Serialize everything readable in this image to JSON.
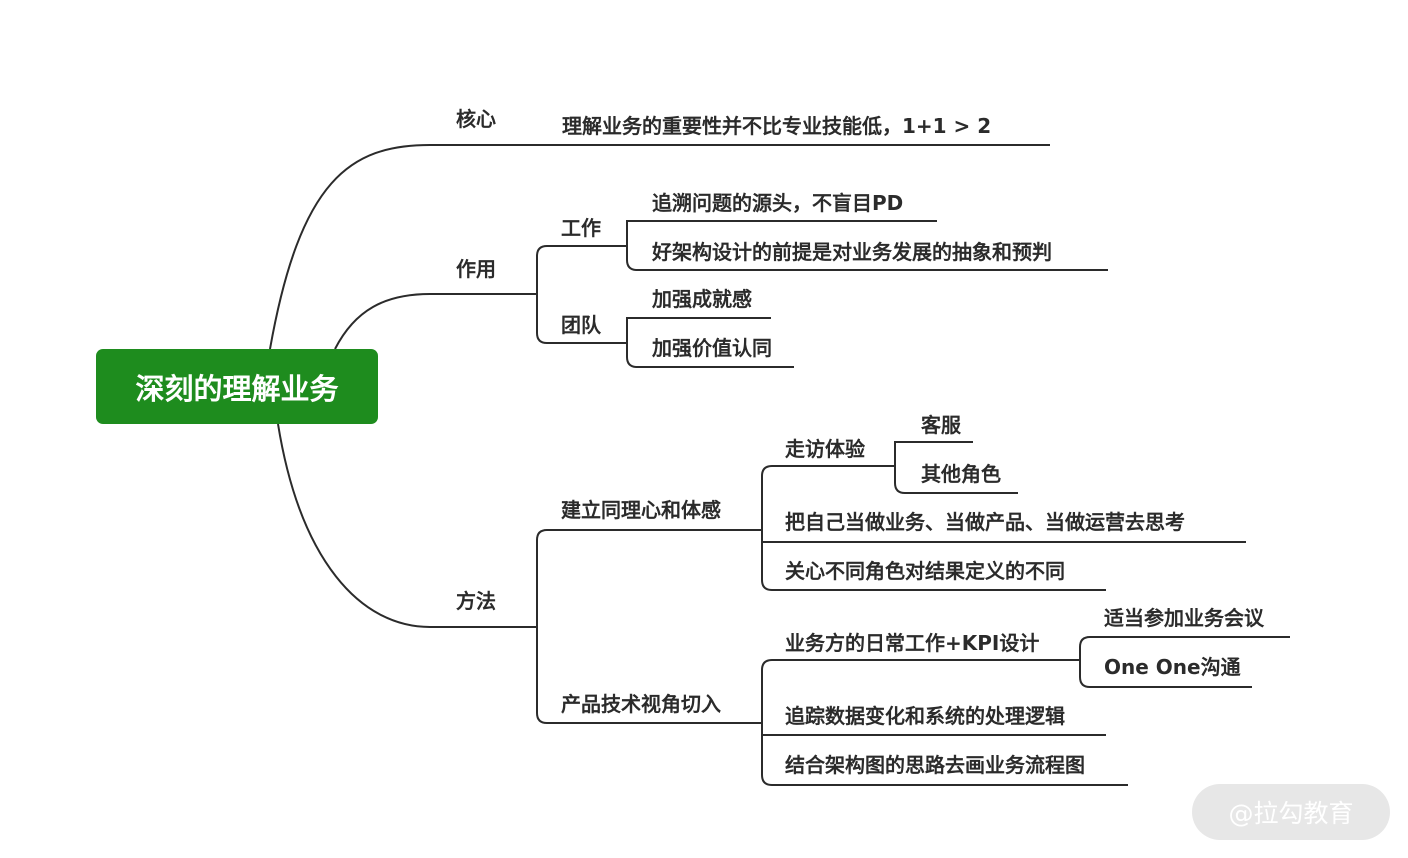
{
  "root": "深刻的理解业务",
  "branches": [
    {
      "label": "核心",
      "items": [
        {
          "label": "理解业务的重要性并不比专业技能低，1+1 > 2"
        }
      ]
    },
    {
      "label": "作用",
      "items": [
        {
          "label": "工作",
          "items": [
            {
              "label": "追溯问题的源头，不盲目PD"
            },
            {
              "label": "好架构设计的前提是对业务发展的抽象和预判"
            }
          ]
        },
        {
          "label": "团队",
          "items": [
            {
              "label": "加强成就感"
            },
            {
              "label": "加强价值认同"
            }
          ]
        }
      ]
    },
    {
      "label": "方法",
      "items": [
        {
          "label": "建立同理心和体感",
          "items": [
            {
              "label": "走访体验",
              "items": [
                {
                  "label": "客服"
                },
                {
                  "label": "其他角色"
                }
              ]
            },
            {
              "label": "把自己当做业务、当做产品、当做运营去思考"
            },
            {
              "label": "关心不同角色对结果定义的不同"
            }
          ]
        },
        {
          "label": "产品技术视角切入",
          "items": [
            {
              "label": "业务方的日常工作+KPI设计",
              "items": [
                {
                  "label": "适当参加业务会议"
                },
                {
                  "label": "One One沟通"
                }
              ]
            },
            {
              "label": "追踪数据变化和系统的处理逻辑"
            },
            {
              "label": "结合架构图的思路去画业务流程图"
            }
          ]
        }
      ]
    }
  ],
  "watermark": "@拉勾教育",
  "colors": {
    "root_bg": "#1e8c1e",
    "line": "#2b2b2b",
    "text": "#2b2b2b"
  }
}
